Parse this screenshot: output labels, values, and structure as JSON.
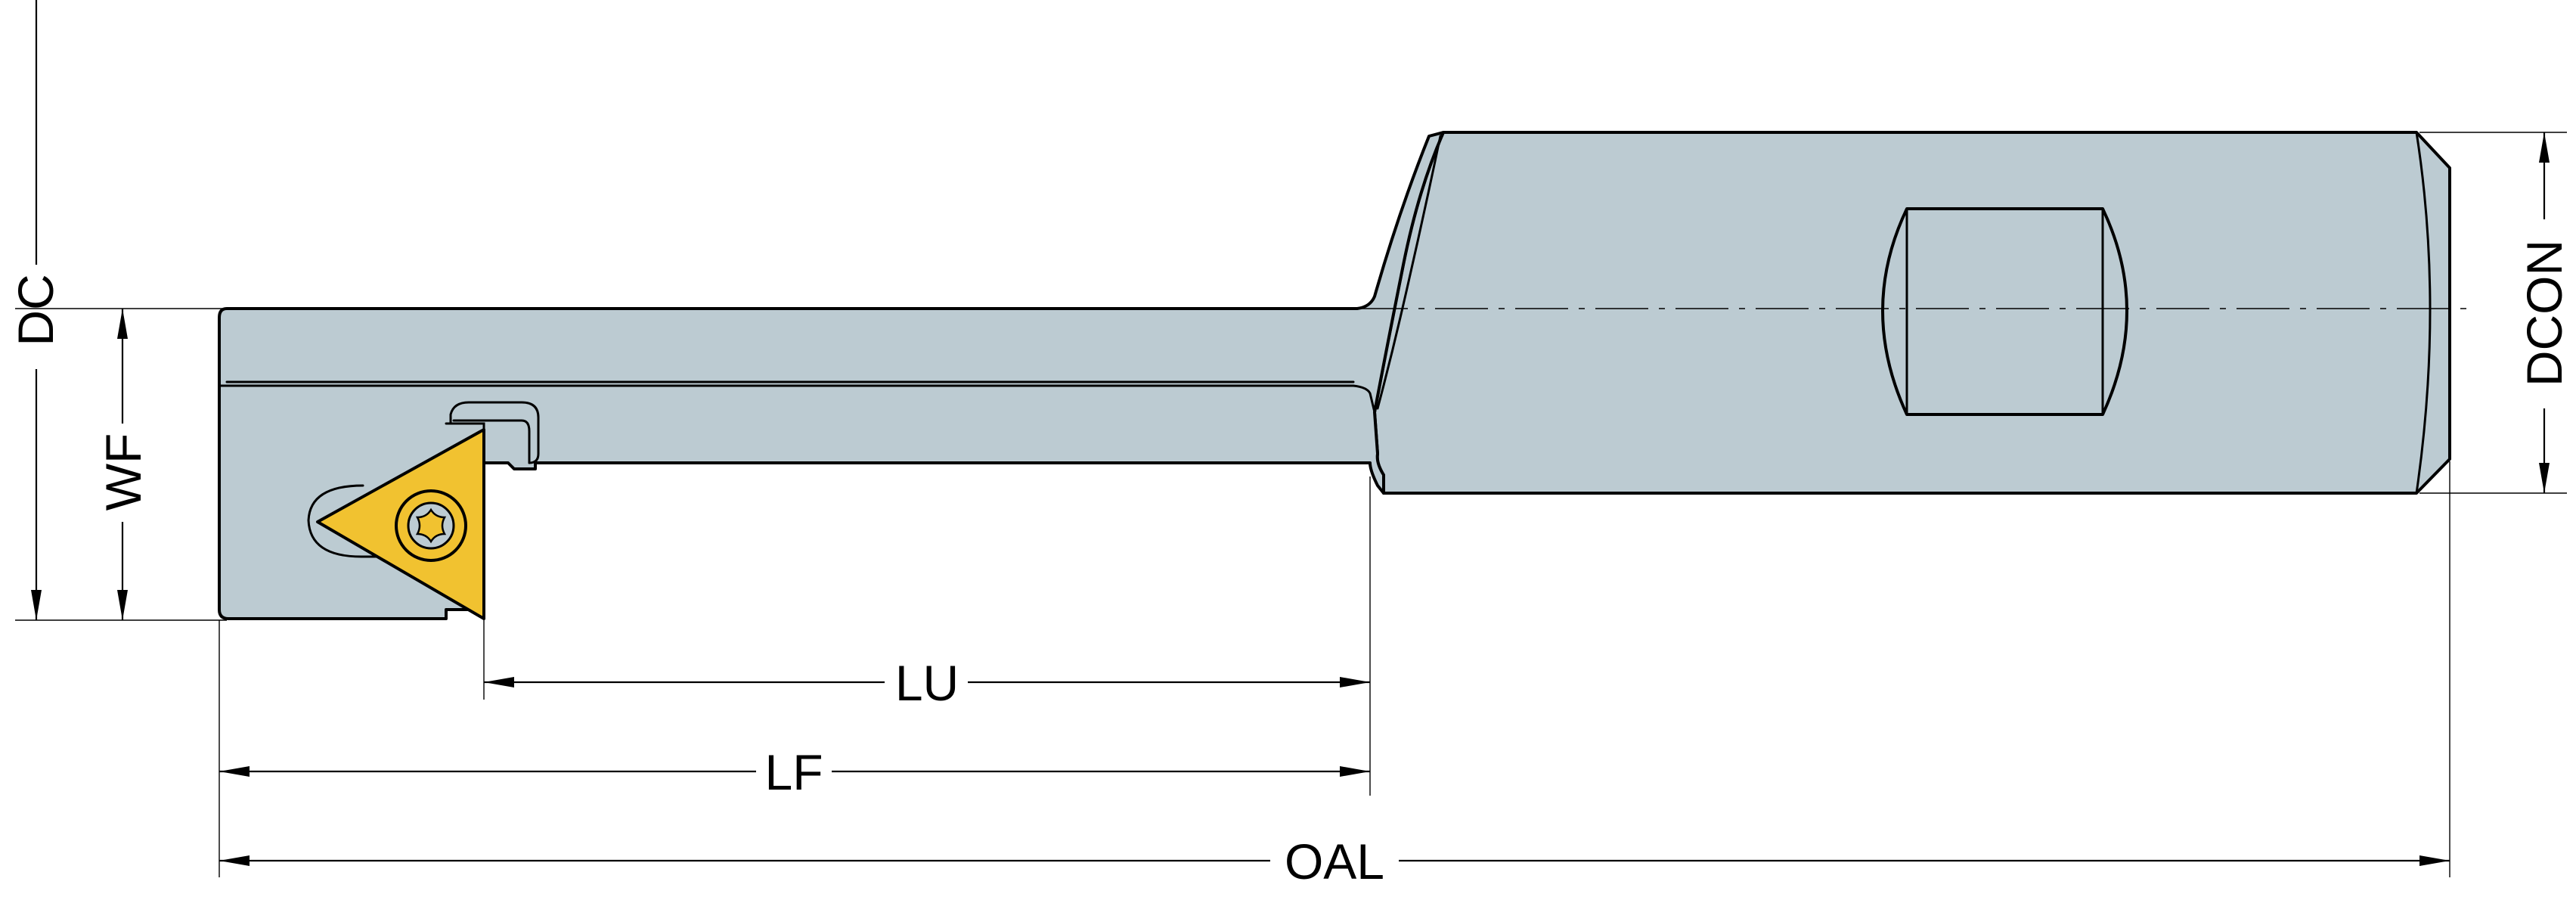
{
  "dimensions": {
    "dc": "DC",
    "wf": "WF",
    "dcon": "DCON",
    "lu": "LU",
    "lf": "LF",
    "oal": "OAL"
  },
  "colors": {
    "body": "#bccbd2",
    "insert": "#f1c230",
    "line": "#000000",
    "background": "#ffffff"
  }
}
